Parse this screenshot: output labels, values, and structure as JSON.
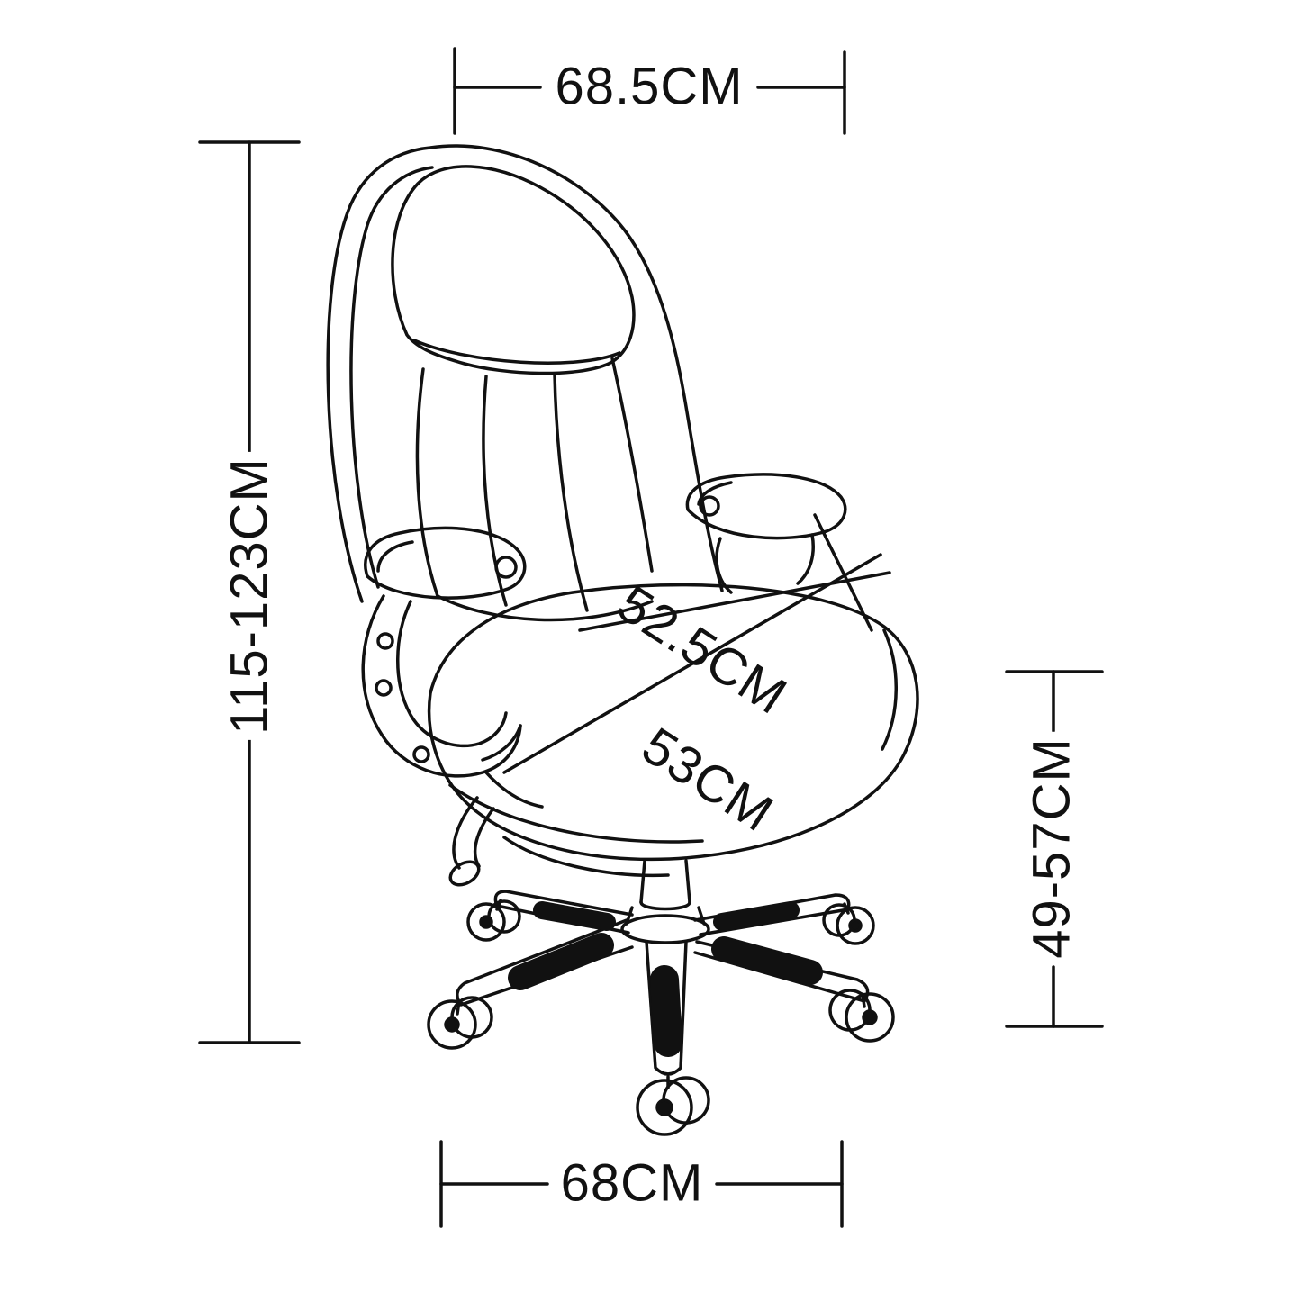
{
  "diagram": {
    "type": "office-chair-dimension-drawing",
    "line_color": "#111111",
    "background_color": "#ffffff",
    "dimensions": {
      "backrest_width": "68.5CM",
      "overall_height": "115-123CM",
      "seat_width": "52.5CM",
      "seat_depth": "53CM",
      "seat_height": "49-57CM",
      "base_width": "68CM"
    }
  }
}
